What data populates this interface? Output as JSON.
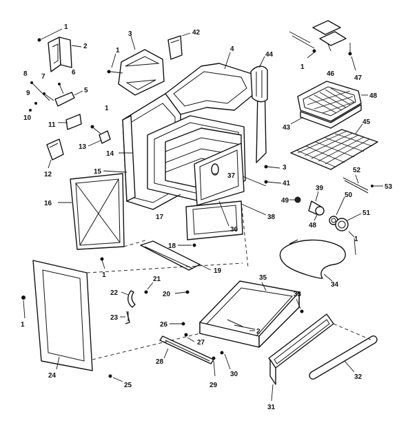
{
  "callouts": {
    "c1a": "1",
    "c2": "2",
    "c3": "3",
    "c42": "42",
    "c1b": "1",
    "c4": "4",
    "c44": "44",
    "c1c": "1",
    "c46top": "46",
    "c47": "47",
    "c8a": "8",
    "c7": "7",
    "c6": "6",
    "c5": "5",
    "c9": "9",
    "c10": "10",
    "c11": "11",
    "c1d": "1",
    "c48top": "48",
    "c43": "43",
    "c45": "45",
    "c13": "13",
    "c14": "14",
    "c15": "15",
    "c12": "12",
    "c37": "37",
    "c3b": "3",
    "c41": "41",
    "c52": "52",
    "c53": "53",
    "c16": "16",
    "c17": "17",
    "c36": "36",
    "c38": "38",
    "c49": "49",
    "c39": "39",
    "c50": "50",
    "c51": "51",
    "c48b": "48",
    "c18a": "18",
    "c1e": "1",
    "c1f": "1",
    "c19": "19",
    "c34": "34",
    "c21": "21",
    "c22": "22",
    "c20": "20",
    "c35": "35",
    "c33": "33",
    "c1g": "1",
    "c23": "23",
    "c26": "26",
    "c27": "27",
    "c2b": "2",
    "c28": "28",
    "c30": "30",
    "c24": "24",
    "c29": "29",
    "c32": "32",
    "c25": "25",
    "c31": "31"
  }
}
